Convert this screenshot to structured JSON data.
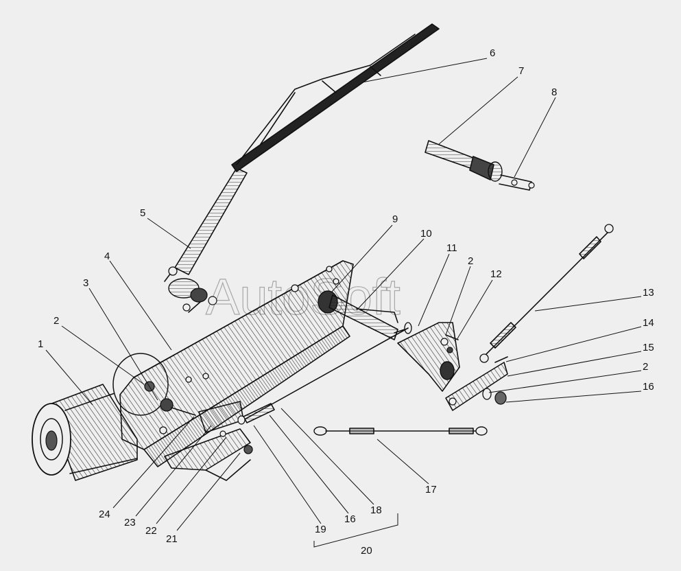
{
  "watermark": "AutoSoft",
  "callouts": [
    "1",
    "2",
    "3",
    "4",
    "5",
    "6",
    "7",
    "8",
    "9",
    "10",
    "11",
    "2",
    "12",
    "13",
    "14",
    "15",
    "2",
    "16",
    "17",
    "18",
    "16",
    "19",
    "21",
    "22",
    "23",
    "24",
    "20"
  ],
  "colors": {
    "background": "#efefef",
    "ink": "#111111",
    "watermark": "#8a8a8a"
  }
}
